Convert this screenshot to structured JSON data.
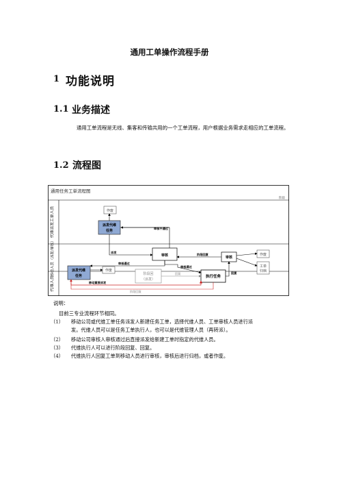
{
  "doc_title": "通用工单操作流程手册",
  "section1": {
    "num": "1",
    "title": "功能说明"
  },
  "section1_1": {
    "num": "1.1",
    "title": "业务描述",
    "body": "通用工单流程是无线、集客和传输共用的一个工单流程，用户根据业务需求走相应的工单流程。"
  },
  "section1_2": {
    "num": "1.2",
    "title": "流程图"
  },
  "flowchart": {
    "title": "通用任务工单流程图",
    "corner_label": "阶段",
    "lanes": [
      "代维派发工单人员",
      "移动人员（派发/审核）",
      "代维人员"
    ],
    "nodes": {
      "void_top": "作废",
      "dispatch_top": [
        "派发代维",
        "任务"
      ],
      "dispatch_mid": [
        "派发代维",
        "任务"
      ],
      "void_mid": "作废",
      "review_mid": "审核",
      "review_right": "审核",
      "void_right": "作废",
      "archive_right": [
        "工单",
        "归档"
      ],
      "stage_reply": [
        "阶段回",
        "（派发）"
      ],
      "execute": "执行任务"
    },
    "edges": {
      "reject": "审核不通过",
      "dispatch": "派发",
      "approved_a": "审核通过",
      "approved_b": "审核通过",
      "forward_reply": "阶段回复",
      "reply": "回复",
      "auto_dispatch": "移动直接派发",
      "forward": "回复",
      "stage_back": "阶段回复"
    }
  },
  "notes": {
    "heading": "说明：",
    "sub": "目前三专业流程环节相同。",
    "items": [
      {
        "num": "（1）",
        "lines": [
          "移动公司或代维工单任务派发人新建任务工单，选择代维人员、工单审核人员进行派",
          "发。代维人员可以是任务工单执行人，也可以是代维管理人员（再转派）。"
        ]
      },
      {
        "num": "（2）",
        "lines": [
          "移动公司审核人审核通过后直接派发给新建工单时指定的代维人员。"
        ]
      },
      {
        "num": "（3）",
        "lines": [
          "代维执行人可以进行阶段回复、回复。"
        ]
      },
      {
        "num": "（4）",
        "lines": [
          "代维执行人回复工单到移动人员进行审核，审核后进行归档，或者作废。"
        ]
      }
    ]
  },
  "colors": {
    "task_fill": "#8fa9d4",
    "line": "#000000",
    "red": "#cc2222",
    "gray": "#888888"
  }
}
